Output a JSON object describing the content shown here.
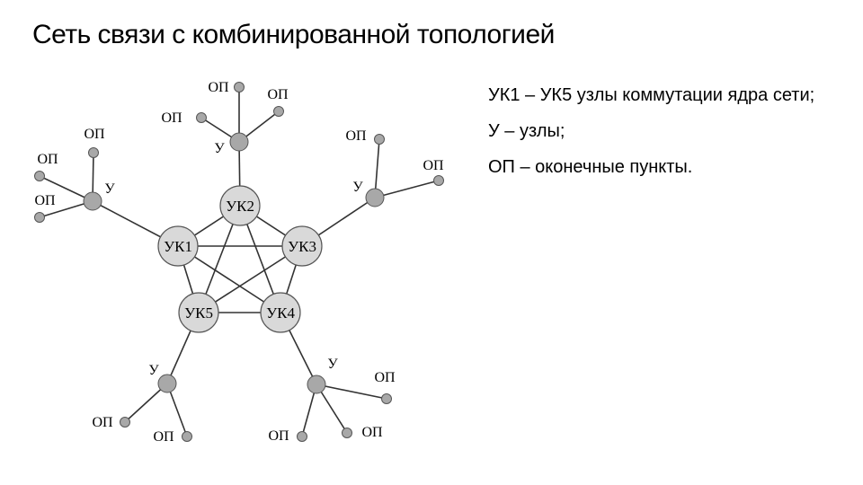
{
  "title": "Сеть связи с комбинированной топологией",
  "legend": [
    "УК1 – УК5 узлы коммутации ядра сети;",
    "У – узлы;",
    "ОП – оконечные пункты."
  ],
  "diagram": {
    "core_nodes": [
      "УК1",
      "УК2",
      "УК3",
      "УК4",
      "УК5"
    ],
    "node_label": "У",
    "terminal_label": "ОП",
    "colors": {
      "node_fill": "#d9d9d9",
      "small_fill": "#a8a8a8",
      "stroke": "#333333"
    }
  }
}
